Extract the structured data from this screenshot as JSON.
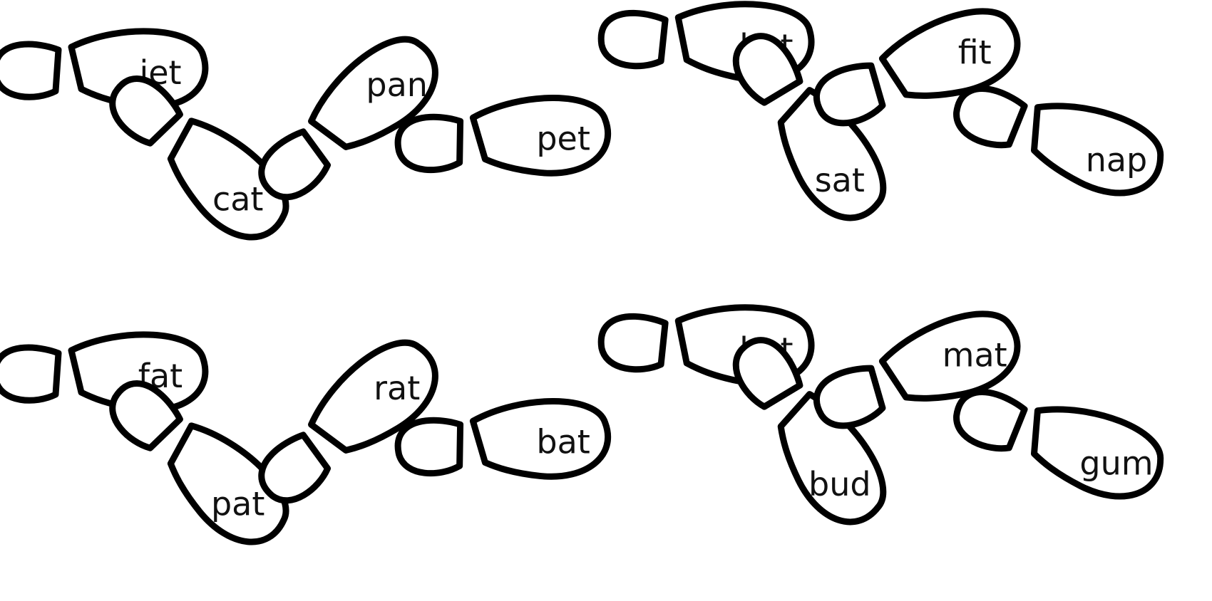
{
  "colors": {
    "ink": "#000000",
    "paper": "#ffffff"
  },
  "footprints": [
    {
      "name": "footprint-jet",
      "word": "jet"
    },
    {
      "name": "footprint-cat",
      "word": "cat"
    },
    {
      "name": "footprint-pan",
      "word": "pan"
    },
    {
      "name": "footprint-pet",
      "word": "pet"
    },
    {
      "name": "footprint-hat",
      "word": "hat"
    },
    {
      "name": "footprint-sat",
      "word": "sat"
    },
    {
      "name": "footprint-fit",
      "word": "fit"
    },
    {
      "name": "footprint-nap",
      "word": "nap"
    },
    {
      "name": "footprint-fat",
      "word": "fat"
    },
    {
      "name": "footprint-pat",
      "word": "pat"
    },
    {
      "name": "footprint-rat",
      "word": "rat"
    },
    {
      "name": "footprint-bat",
      "word": "bat"
    },
    {
      "name": "footprint-hot",
      "word": "hot"
    },
    {
      "name": "footprint-bud",
      "word": "bud"
    },
    {
      "name": "footprint-mat",
      "word": "mat"
    },
    {
      "name": "footprint-gum",
      "word": "gum"
    }
  ]
}
